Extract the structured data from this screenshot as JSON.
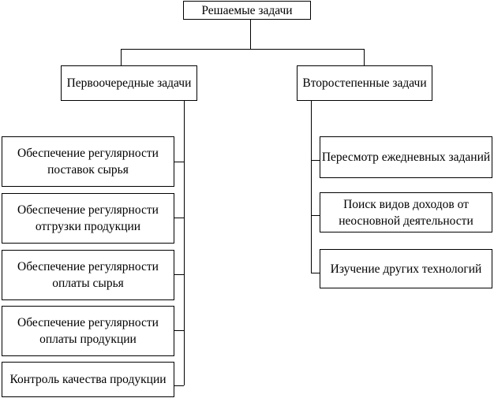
{
  "root": {
    "label": "Решаемые задачи"
  },
  "primary": {
    "label": "Первоочередные задачи",
    "items": [
      {
        "label": "Обеспечение регулярности поставок сырья"
      },
      {
        "label": "Обеспечение регулярности отгрузки продукции"
      },
      {
        "label": "Обеспечение регулярности оплаты сырья"
      },
      {
        "label": "Обеспечение регулярности оплаты продукции"
      },
      {
        "label": "Контроль качества продукции"
      }
    ]
  },
  "secondary": {
    "label": "Второстепенные задачи",
    "items": [
      {
        "label": "Пересмотр ежедневных заданий"
      },
      {
        "label": "Поиск видов доходов от неосновной деятельности"
      },
      {
        "label": "Изучение других технологий"
      }
    ]
  }
}
